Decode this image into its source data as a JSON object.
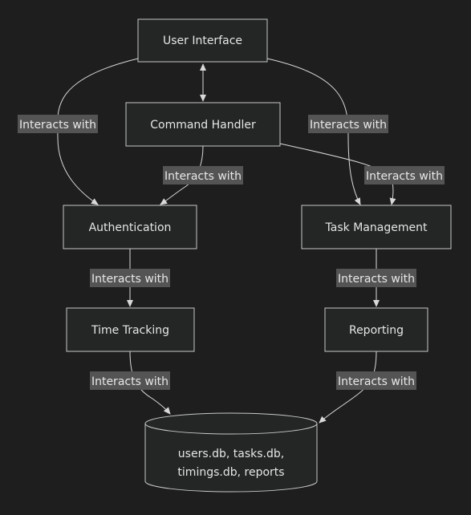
{
  "nodes": {
    "user_interface": "User Interface",
    "command_handler": "Command Handler",
    "authentication": "Authentication",
    "task_management": "Task Management",
    "time_tracking": "Time Tracking",
    "reporting": "Reporting",
    "storage": {
      "line1": "users.db, tasks.db,",
      "line2": "timings.db, reports"
    }
  },
  "edges": {
    "ui_to_auth": "Interacts with",
    "ui_to_task": "Interacts with",
    "cmd_to_auth": "Interacts with",
    "cmd_to_task": "Interacts with",
    "auth_to_time": "Interacts with",
    "task_to_report": "Interacts with",
    "time_to_storage": "Interacts with",
    "report_to_storage": "Interacts with"
  },
  "colors": {
    "background": "#1e1e1e",
    "node_fill": "#232625",
    "node_stroke": "#c7c7c7",
    "edge": "#d9d9d9",
    "label_bg": "#545454",
    "text": "#e6e6e6"
  }
}
